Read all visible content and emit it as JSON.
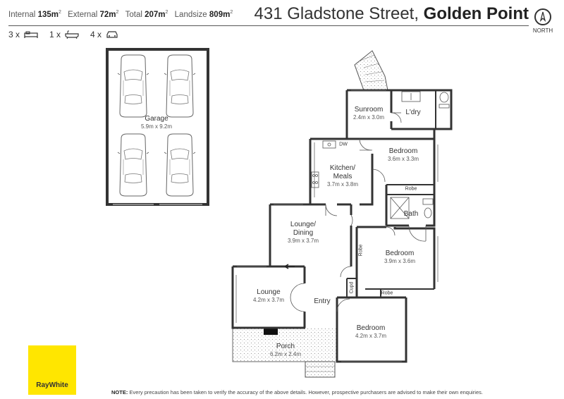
{
  "header": {
    "stats": [
      {
        "label": "Internal",
        "value": "135m",
        "sup": "2"
      },
      {
        "label": "External",
        "value": "72m",
        "sup": "2"
      },
      {
        "label": "Total",
        "value": "207m",
        "sup": "2"
      },
      {
        "label": "Landsize",
        "value": "809m",
        "sup": "2"
      }
    ],
    "address_street": "431 Gladstone Street,",
    "address_suburb": "Golden Point",
    "north_label": "NORTH"
  },
  "features": {
    "bed_count": "3 x",
    "bath_count": "1 x",
    "car_count": "4 x"
  },
  "rooms": {
    "garage": {
      "name": "Garage",
      "dims": "5.9m x 9.2m"
    },
    "sunroom": {
      "name": "Sunroom",
      "dims": "2.4m x 3.0m"
    },
    "laundry": {
      "name": "L'dry"
    },
    "bedroom1": {
      "name": "Bedroom",
      "dims": "3.6m x 3.3m"
    },
    "kitchen": {
      "name": "Kitchen/",
      "name2": "Meals",
      "dims": "3.7m x 3.8m"
    },
    "dw": "DW",
    "robe1": "Robe",
    "bath": "Bath",
    "lounge_dining": {
      "name": "Lounge/",
      "name2": "Dining",
      "dims": "3.9m x 3.7m"
    },
    "robe2": "Robe",
    "bedroom2": {
      "name": "Bedroom",
      "dims": "3.9m x 3.6m"
    },
    "cupd": "Cupd",
    "robe3": "Robe",
    "lounge": {
      "name": "Lounge",
      "dims": "4.2m x 3.7m"
    },
    "entry": {
      "name": "Entry"
    },
    "bedroom3": {
      "name": "Bedroom",
      "dims": "4.2m x 3.7m"
    },
    "porch": {
      "name": "Porch",
      "dims": "6.2m x 2.4m"
    }
  },
  "brand": {
    "logo_text": "RayWhite"
  },
  "note": {
    "label": "NOTE:",
    "text": "Every precaution has been taken to verify the accuracy of the above details. However, prospective purchasers are advised to make their own enquiries."
  },
  "colors": {
    "brand_yellow": "#FFE600",
    "wall": "#333333"
  }
}
